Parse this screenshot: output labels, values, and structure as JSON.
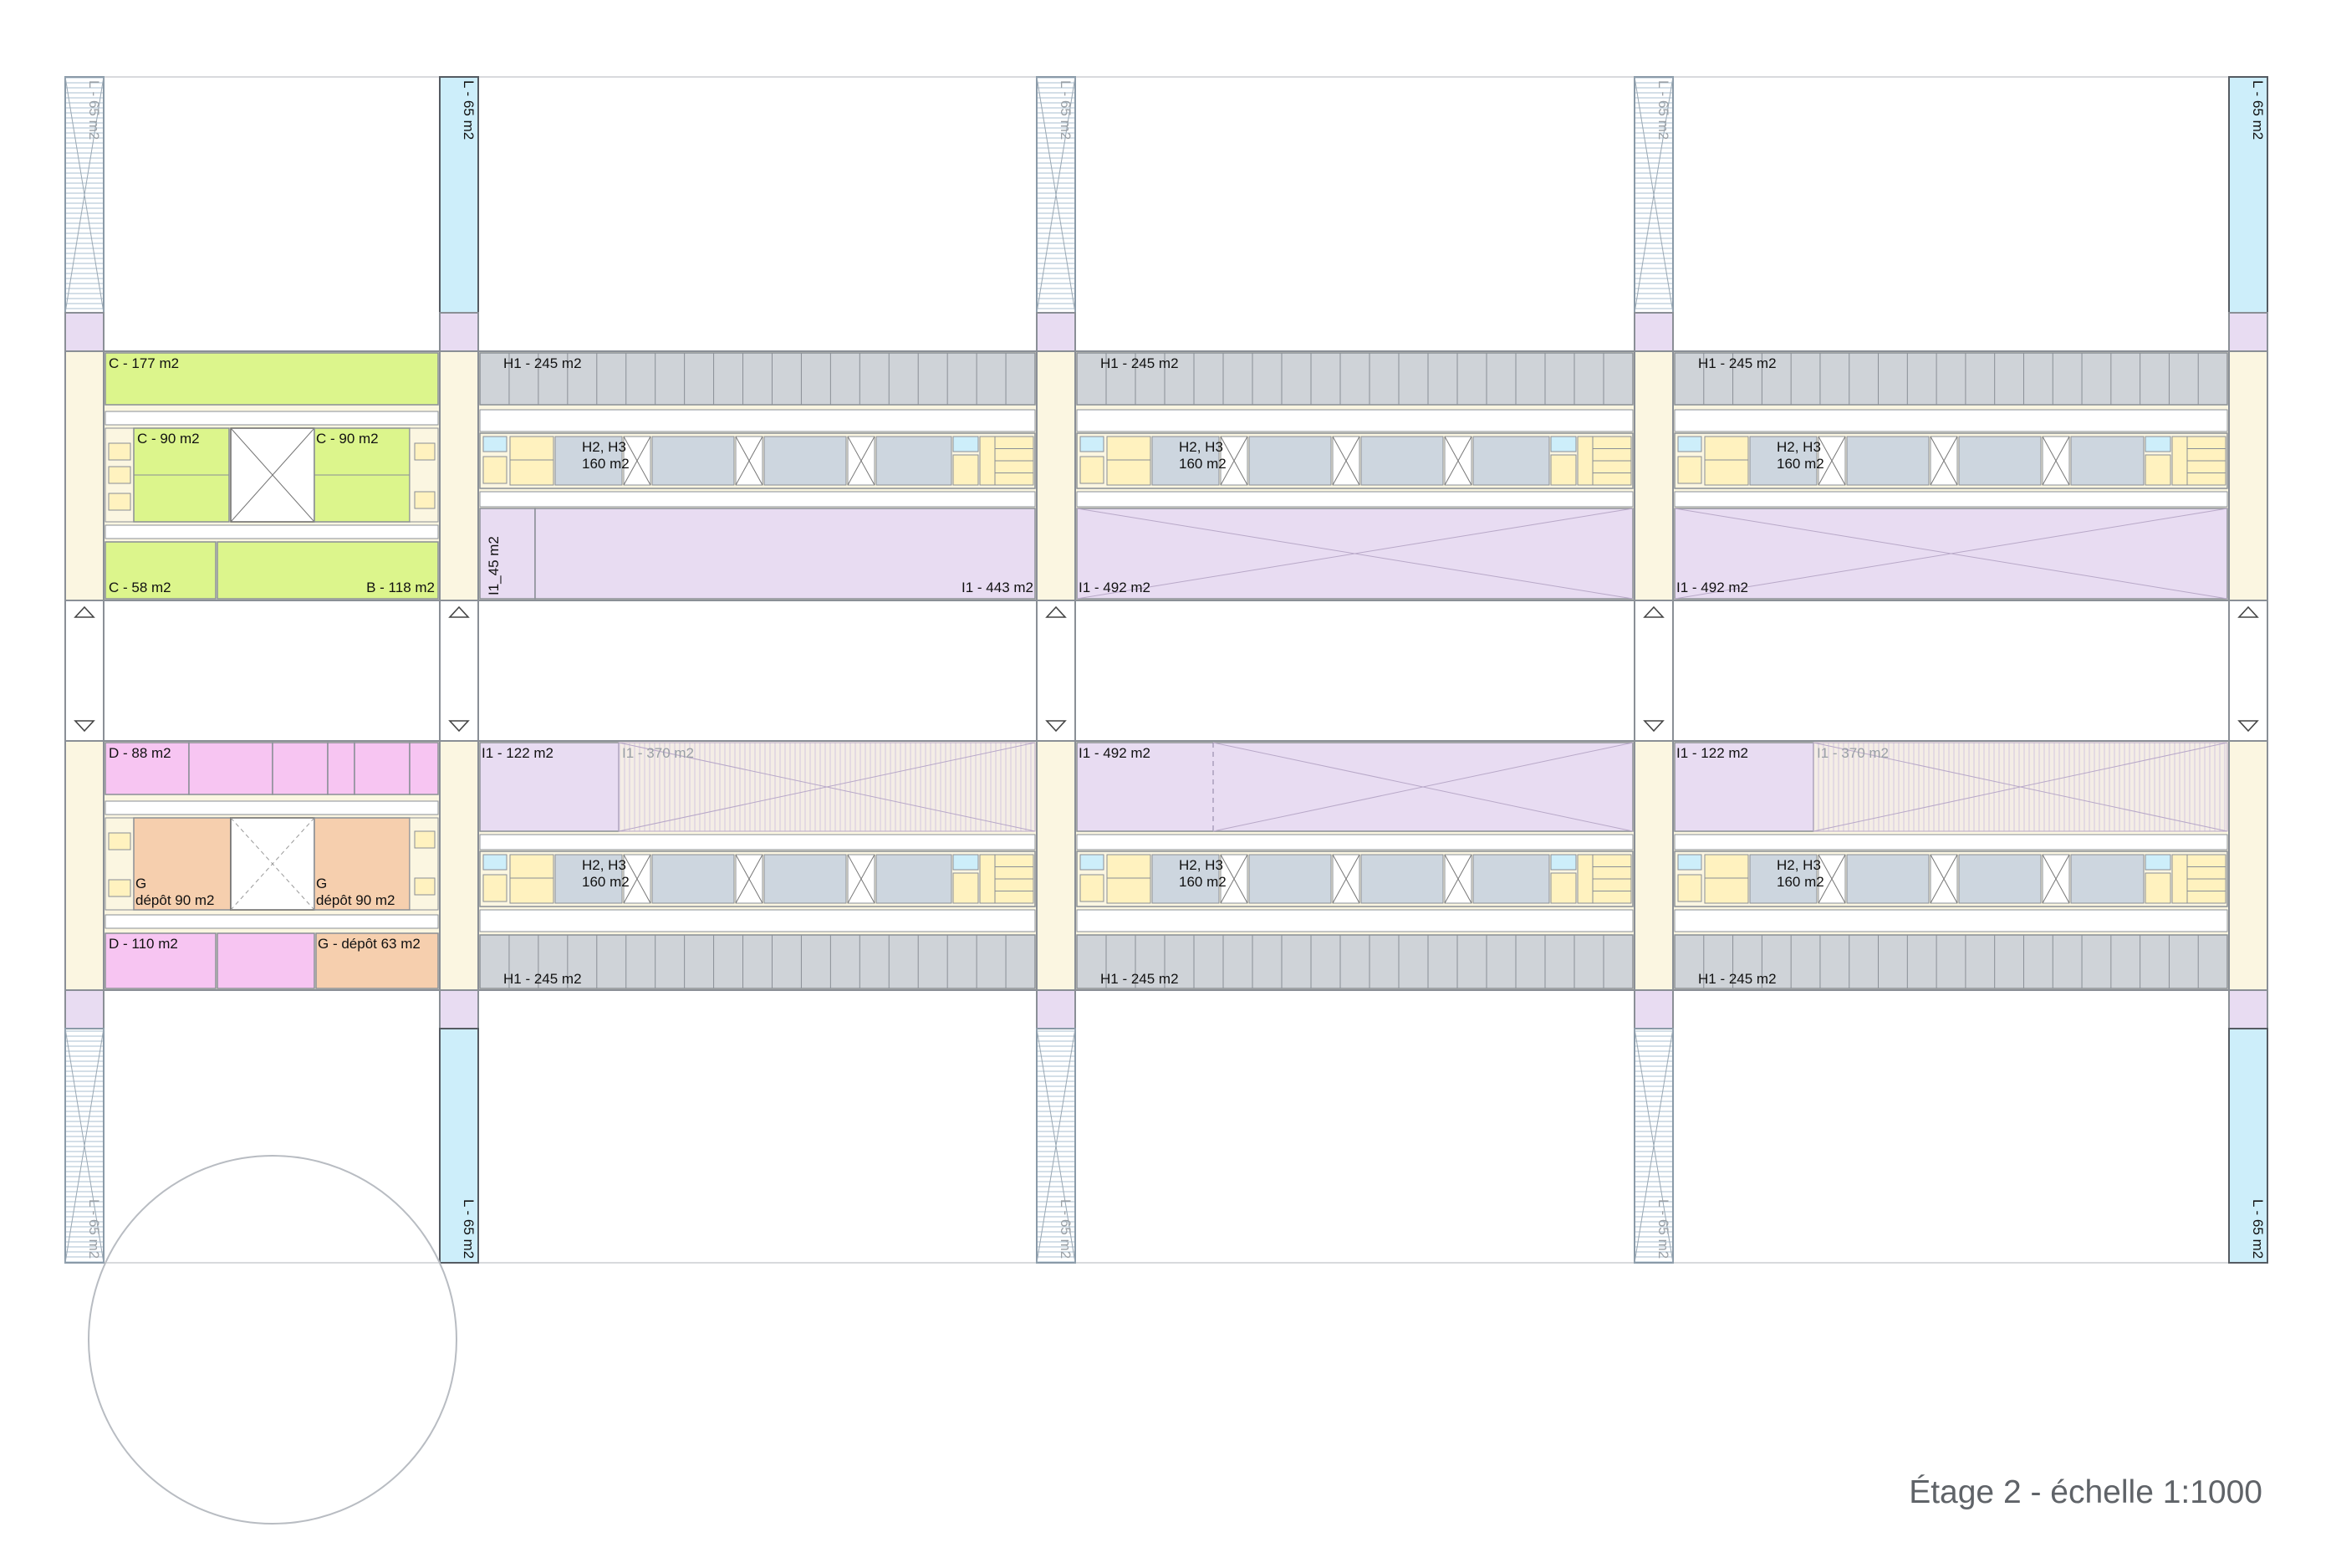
{
  "caption": "Étage 2 - échelle 1:1000",
  "colors": {
    "stair": "#cdeefa",
    "lilac": "#e8dcf2",
    "cream": "#fbf6e1",
    "green": "#dcf58c",
    "pink": "#f7c5f2",
    "peach": "#f6cfae",
    "grey": "#cfd3d8",
    "bluegrey": "#cdd6df",
    "yellow": "#fff2bf",
    "cyan": "#cdeefa"
  },
  "labels": {
    "stair_top": [
      "L - 65 m2",
      "L - 65 m2",
      "L - 65 m2",
      "L - 65 m2",
      "L - 65 m2"
    ],
    "stair_bottom": [
      "L - 65 m2",
      "L - 65 m2",
      "L - 65 m2",
      "L - 65 m2",
      "L - 65 m2"
    ],
    "b1_top": {
      "c177": "C - 177 m2",
      "c90a": "C - 90 m2",
      "c90b": "C - 90 m2",
      "c58": "C - 58 m2",
      "b118": "B - 118 m2"
    },
    "b1_bottom": {
      "d88": "D - 88 m2",
      "g1a": "G",
      "g1b": "dépôt 90 m2",
      "g2a": "G",
      "g2b": "dépôt 90 m2",
      "d110": "D - 110 m2",
      "g63": "G - dépôt 63 m2"
    },
    "b2_top": {
      "h1": "H1 - 245 m2",
      "h2a": "H2, H3",
      "h2b": "160 m2",
      "i1small": "I1_45 m2",
      "i1": "I1 - 443 m2"
    },
    "b3_top": {
      "h1": "H1 - 245 m2",
      "h2a": "H2, H3",
      "h2b": "160 m2",
      "i1": "I1 - 492 m2"
    },
    "b4_top": {
      "h1": "H1 - 245 m2",
      "h2a": "H2, H3",
      "h2b": "160 m2",
      "i1": "I1 - 492 m2"
    },
    "b2_bottom": {
      "i122": "I1 - 122 m2",
      "i370": "I1 - 370 m2",
      "h2a": "H2, H3",
      "h2b": "160 m2",
      "h1": "H1 - 245 m2"
    },
    "b3_bottom": {
      "i492": "I1 - 492 m2",
      "h2a": "H2, H3",
      "h2b": "160 m2",
      "h1": "H1 - 245 m2"
    },
    "b4_bottom": {
      "i122": "I1 - 122 m2",
      "i370": "I1 - 370 m2",
      "h2a": "H2, H3",
      "h2b": "160 m2",
      "h1": "H1 - 245 m2"
    }
  }
}
